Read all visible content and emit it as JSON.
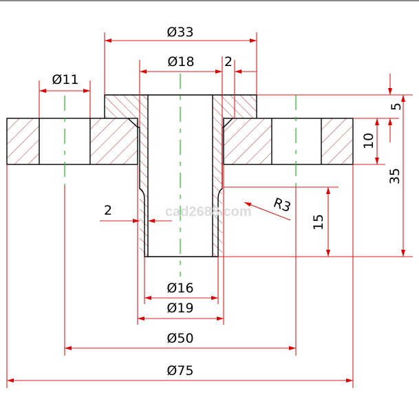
{
  "drawing": {
    "watermark": "cad2688.com",
    "colors": {
      "outline": "#000000",
      "dimension": "#d81818",
      "centerline": "#22c022",
      "hatch": "#c03030"
    },
    "dimensions": {
      "d33": "Ø33",
      "d18": "Ø18",
      "wall_top": "2",
      "d11": "Ø11",
      "h5": "5",
      "h10": "10",
      "h35": "35",
      "h15": "15",
      "r3": "R3",
      "wall_left": "2",
      "d16": "Ø16",
      "d19": "Ø19",
      "d50": "Ø50",
      "d75": "Ø75"
    }
  }
}
